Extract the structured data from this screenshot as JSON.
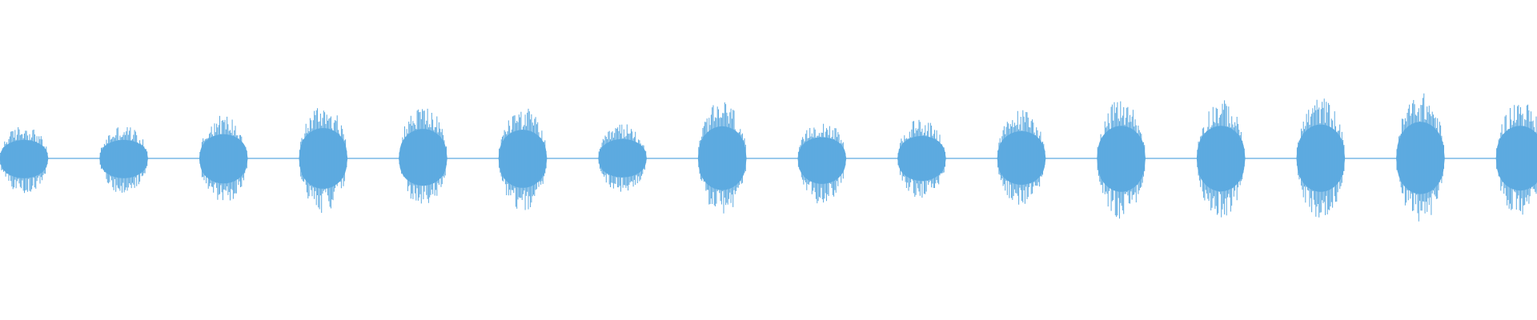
{
  "waveform": {
    "color": "#5DAAE0",
    "background": "#FFFFFF",
    "bursts": [
      {
        "index": 1,
        "upper": 0.42,
        "lower": 0.45
      },
      {
        "index": 2,
        "upper": 0.42,
        "lower": 0.45
      },
      {
        "index": 3,
        "upper": 0.55,
        "lower": 0.57
      },
      {
        "index": 4,
        "upper": 0.69,
        "lower": 0.69
      },
      {
        "index": 5,
        "upper": 0.67,
        "lower": 0.62
      },
      {
        "index": 6,
        "upper": 0.65,
        "lower": 0.67
      },
      {
        "index": 7,
        "upper": 0.44,
        "lower": 0.43
      },
      {
        "index": 8,
        "upper": 0.73,
        "lower": 0.72
      },
      {
        "index": 9,
        "upper": 0.48,
        "lower": 0.58
      },
      {
        "index": 10,
        "upper": 0.51,
        "lower": 0.51
      },
      {
        "index": 11,
        "upper": 0.62,
        "lower": 0.6
      },
      {
        "index": 12,
        "upper": 0.74,
        "lower": 0.76
      },
      {
        "index": 13,
        "upper": 0.74,
        "lower": 0.75
      },
      {
        "index": 14,
        "upper": 0.77,
        "lower": 0.76
      },
      {
        "index": 15,
        "upper": 0.83,
        "lower": 0.81
      },
      {
        "index": 16,
        "upper": 0.74,
        "lower": 0.73
      }
    ]
  }
}
